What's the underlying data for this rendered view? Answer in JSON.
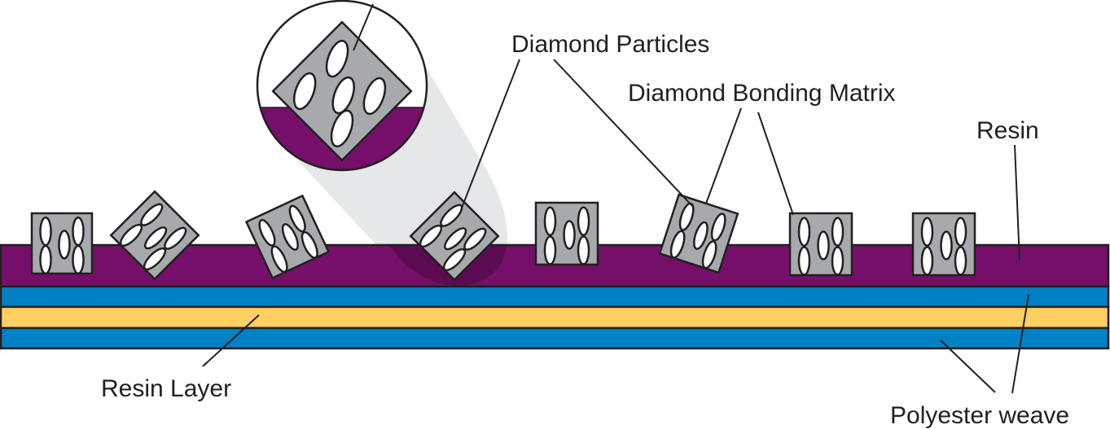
{
  "diagram": {
    "title": "Diamond abrasive layered structure",
    "colors": {
      "resin": "#760f6a",
      "polyester_weave": "#0081c6",
      "resin_layer": "#fecf62",
      "particle": "#a7a9ac",
      "grain": "#ffffff",
      "magnifier_cone": "#e6e7e8",
      "outline": "#231f20"
    },
    "labels": {
      "diamond_particles": "Diamond Particles",
      "diamond_bonding_matrix": "Diamond Bonding Matrix",
      "resin": "Resin",
      "resin_layer": "Resin Layer",
      "polyester_weave": "Polyester weave"
    },
    "layers": [
      {
        "name": "Resin",
        "color_key": "resin"
      },
      {
        "name": "Polyester weave (top)",
        "color_key": "polyester_weave"
      },
      {
        "name": "Resin Layer",
        "color_key": "resin_layer"
      },
      {
        "name": "Polyester weave (bottom)",
        "color_key": "polyester_weave"
      }
    ],
    "particle_count": 8,
    "grains_per_particle": 5,
    "magnified_particle_index": 3
  }
}
